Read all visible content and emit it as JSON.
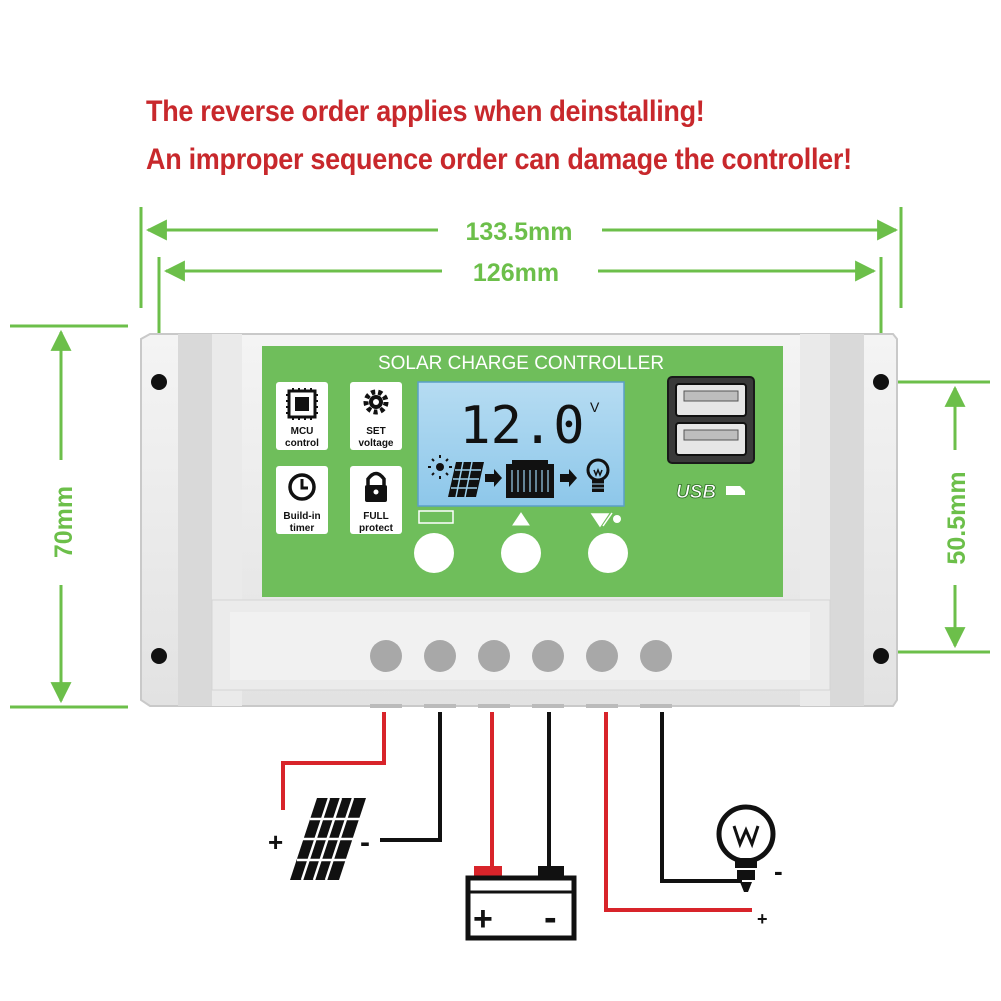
{
  "warnings": {
    "line1": "The reverse order applies when deinstalling!",
    "line2": "An improper sequence order can damage the controller!"
  },
  "dimensions": {
    "total_width": "133.5mm",
    "hole_width": "126mm",
    "total_height": "70mm",
    "hole_height": "50.5mm"
  },
  "device": {
    "title": "SOLAR CHARGE CONTROLLER",
    "features": [
      {
        "line1": "MCU",
        "line2": "control",
        "icon": "chip-icon"
      },
      {
        "line1": "SET",
        "line2": "voltage",
        "icon": "gear-icon"
      },
      {
        "line1": "Build-in",
        "line2": "timer",
        "icon": "clock-icon"
      },
      {
        "line1": "FULL",
        "line2": "protect",
        "icon": "lock-icon"
      }
    ],
    "lcd": {
      "reading": "12.0",
      "unit": "V",
      "icons": [
        "sun-icon",
        "solar-panel-icon",
        "arrow-right-icon",
        "battery-icon",
        "arrow-right-icon",
        "bulb-icon"
      ]
    },
    "usb_label": "USB",
    "button_icons": [
      "battery-icon",
      "up-icon",
      "load-icon"
    ]
  },
  "wiring": {
    "panel_plus": "+",
    "panel_minus": "-",
    "battery_plus": "+",
    "battery_minus": "-",
    "load_minus": "-",
    "load_plus": "+"
  },
  "colors": {
    "warning": "#c8282c",
    "dimension": "#6cbf4a",
    "panel_green": "#6fbe5b",
    "wire_red": "#d8242a",
    "wire_black": "#111111"
  }
}
